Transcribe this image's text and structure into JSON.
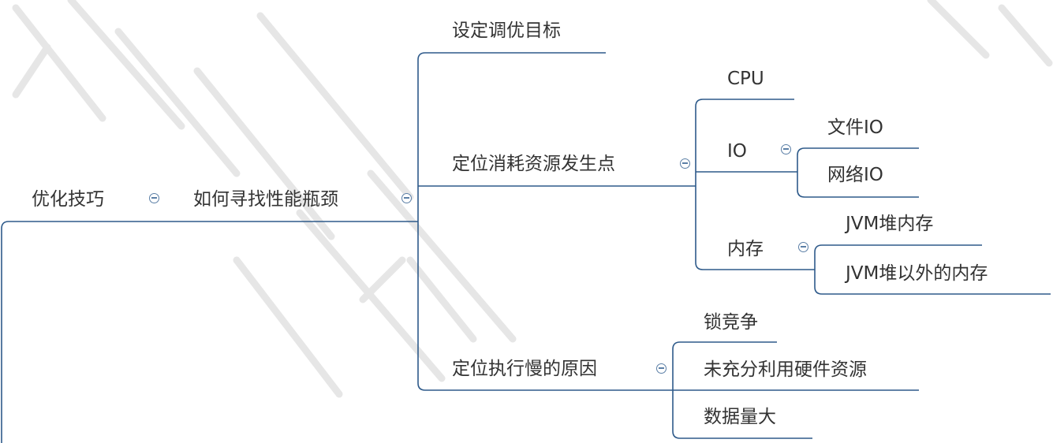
{
  "mindmap": {
    "root": "优化技巧",
    "level1": "如何寻找性能瓶颈",
    "branches": {
      "goal": "设定调优目标",
      "locate_resource": "定位消耗资源发生点",
      "locate_slow": "定位执行慢的原因"
    },
    "resources": {
      "cpu": "CPU",
      "io": "IO",
      "file_io": "文件IO",
      "network_io": "网络IO",
      "memory": "内存",
      "jvm_heap": "JVM堆内存",
      "jvm_offheap": "JVM堆以外的内存"
    },
    "slow_causes": {
      "lock": "锁竞争",
      "hardware": "未充分利用硬件资源",
      "data": "数据量大"
    }
  },
  "colors": {
    "line": "#2e5a8a",
    "text": "#333333",
    "toggle": "#5b7fa6",
    "watermark": "#e3e3e3"
  },
  "icons": {
    "collapse": "circle-minus-icon"
  }
}
